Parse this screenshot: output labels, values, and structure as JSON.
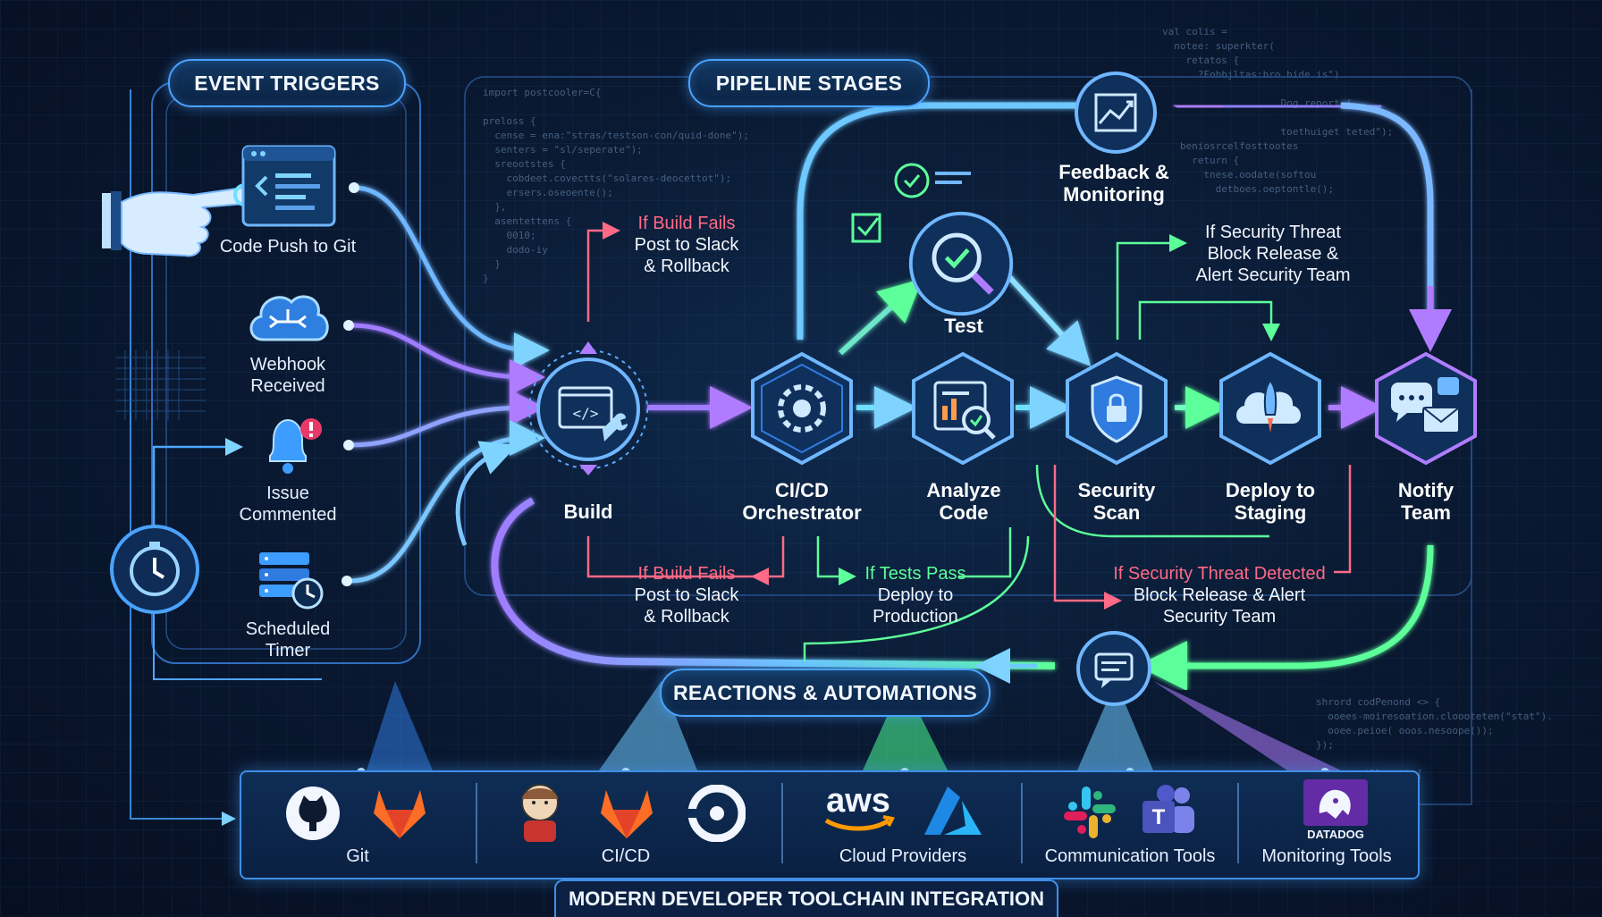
{
  "sections": {
    "event_triggers": "EVENT TRIGGERS",
    "pipeline_stages": "PIPELINE STAGES",
    "reactions": "REACTIONS & AUTOMATIONS",
    "footer": "MODERN DEVELOPER TOOLCHAIN INTEGRATION"
  },
  "triggers": [
    {
      "label": "Code Push to Git",
      "icon": "code-window-icon"
    },
    {
      "label": "Webhook\nReceived",
      "icon": "cloud-share-icon"
    },
    {
      "label": "Issue\nCommented",
      "icon": "bell-alert-icon"
    },
    {
      "label": "Scheduled\nTimer",
      "icon": "server-clock-icon"
    }
  ],
  "stages": [
    {
      "label": "Build",
      "icon": "code-wrench-icon"
    },
    {
      "label": "CI/CD\nOrchestrator",
      "icon": "gear-sync-icon"
    },
    {
      "label": "Test",
      "icon": "magnifier-check-icon"
    },
    {
      "label": "Analyze\nCode",
      "icon": "chart-magnifier-icon"
    },
    {
      "label": "Security\nScan",
      "icon": "shield-lock-icon"
    },
    {
      "label": "Deploy to\nStaging",
      "icon": "cloud-rocket-icon"
    },
    {
      "label": "Notify\nTeam",
      "icon": "chat-mail-icon"
    },
    {
      "label": "Feedback &\nMonitoring",
      "icon": "trend-chart-icon"
    }
  ],
  "notes": {
    "build_fails_top": {
      "head": "If Build Fails",
      "body": "Post to Slack\n& Rollback"
    },
    "build_fails_bottom": {
      "head": "If Build Fails",
      "body": "Post to Slack\n& Rollback"
    },
    "tests_pass": {
      "head": "If Tests Pass",
      "body": "Deploy to\nProduction"
    },
    "threat_top": {
      "head": "If Security Threat\nBlock Release &\nAlert Security Team"
    },
    "threat_bottom": {
      "head": "If Security Threat Detected",
      "body": "Block Release & Alert\nSecurity Team"
    }
  },
  "toolchain": [
    {
      "group": "Git",
      "tools": [
        "github-icon",
        "gitlab-icon"
      ]
    },
    {
      "group": "CI/CD",
      "tools": [
        "jenkins-icon",
        "gitlab-icon",
        "circleci-icon"
      ]
    },
    {
      "group": "Cloud Providers",
      "tools": [
        "aws-logo",
        "azure-icon"
      ],
      "logo_text": "aws"
    },
    {
      "group": "Communication Tools",
      "tools": [
        "slack-icon",
        "teams-icon"
      ]
    },
    {
      "group": "Monitoring Tools",
      "tools": [
        "datadog-icon"
      ],
      "logo_text": "DATADOG"
    }
  ],
  "code_snippets": {
    "left": "import postcooler=C{\n\npreloss {\n  cense = ena:\"stras/testson-con/quid-done\");\n  senters = \"sl/seperate\");\n  sreootstes {\n    cobdeet.covectts(\"solares-deocettot\");\n    ersers.oseoente();\n  },\n  asentettens {\n    0010;\n    dodo-iy\n  }\n}",
    "right_top": "val colis =\n  notee: superkter(\n    retatos {\n      ?Fobbjltas:bro.bide.is\")\n\n                    Dog report {\n\n                    toethuiget teted\");\n   beniosrcelfosttootes\n     return {\n       tnese.oodate(softou\n         detboes.oeptontle();",
    "right_bottom": "shrord codPenond <> {\n  ooees-moiresoation.cloooteten(\"stat\").\n  ooee.peioe( ooos.nesoope());\n});\n\nvold see(9lgure) {"
  },
  "colors": {
    "accent_blue": "#4aa3ff",
    "flow_purple": "#b07cff",
    "flow_green": "#5dff9a",
    "alert_red": "#ff6a86"
  }
}
